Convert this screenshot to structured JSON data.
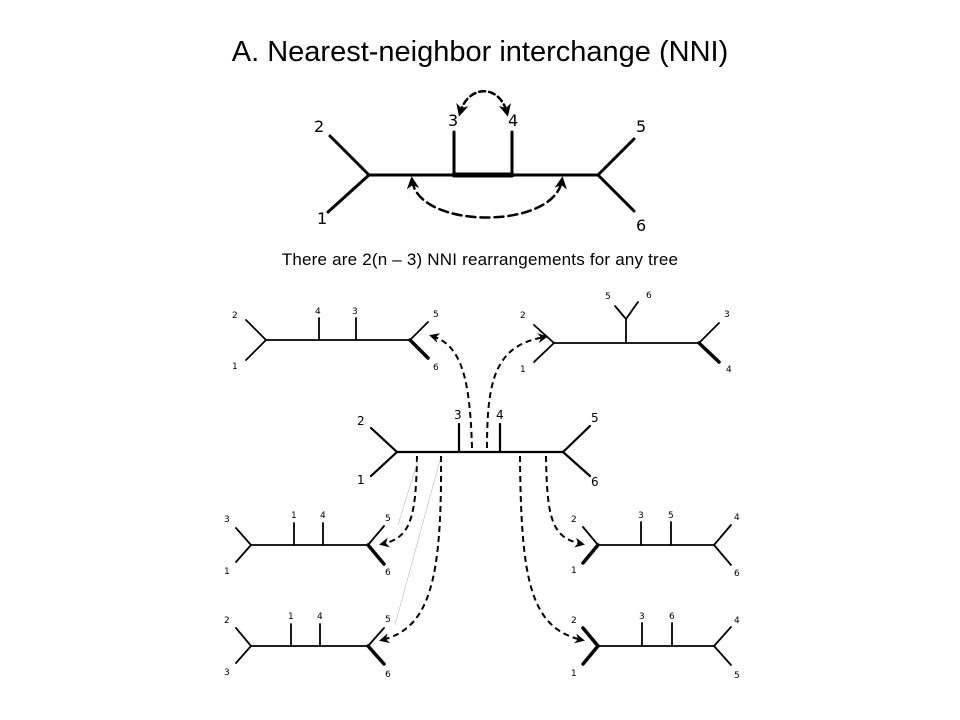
{
  "title": "A. Nearest-neighbor interchange (NNI)",
  "subtitle": "There are 2(n – 3) NNI rearrangements for any tree",
  "top_tree": {
    "leaves": [
      "1",
      "2",
      "3",
      "4",
      "5",
      "6"
    ]
  },
  "center_tree": {
    "leaves": [
      "1",
      "2",
      "3",
      "4",
      "5",
      "6"
    ]
  },
  "rearranged_trees": [
    {
      "position": "top-left",
      "left_leaves": [
        "2",
        "1"
      ],
      "internal_leaves": [
        "4",
        "3"
      ],
      "right_leaves": [
        "5",
        "6"
      ]
    },
    {
      "position": "top-right",
      "left_leaves": [
        "2",
        "1"
      ],
      "internal_leaves": [
        "5",
        "6"
      ],
      "right_leaves": [
        "3",
        "4"
      ]
    },
    {
      "position": "middle-left",
      "left_leaves": [
        "3",
        "1"
      ],
      "internal_leaves": [
        "1",
        "4"
      ],
      "right_leaves": [
        "5",
        "6"
      ]
    },
    {
      "position": "middle-right",
      "left_leaves": [
        "2",
        "1"
      ],
      "internal_leaves": [
        "3",
        "5"
      ],
      "right_leaves": [
        "4",
        "6"
      ]
    },
    {
      "position": "bottom-left",
      "left_leaves": [
        "2",
        "3"
      ],
      "internal_leaves": [
        "1",
        "4"
      ],
      "right_leaves": [
        "5",
        "6"
      ]
    },
    {
      "position": "bottom-right",
      "left_leaves": [
        "2",
        "1"
      ],
      "internal_leaves": [
        "3",
        "6"
      ],
      "right_leaves": [
        "4",
        "5"
      ]
    }
  ]
}
